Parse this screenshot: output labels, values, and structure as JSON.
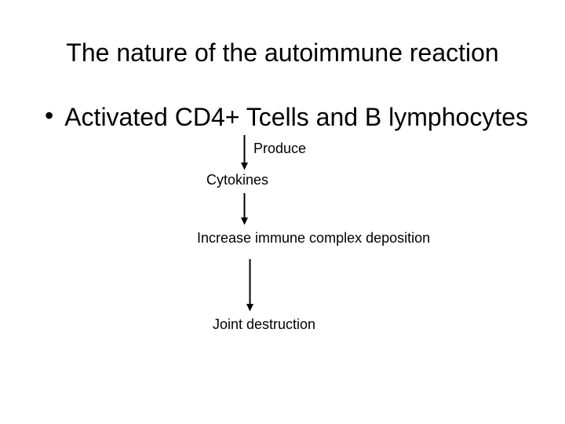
{
  "slide": {
    "title": "The nature of the autoimmune reaction",
    "bullet_char": "•",
    "bullet_text": "Activated CD4+ Tcells and B lymphocytes"
  },
  "flow": {
    "produce_label": "Produce",
    "step_cytokines": "Cytokines",
    "step_increase": "Increase immune complex deposition",
    "step_joint": "Joint destruction"
  },
  "colors": {
    "background": "#ffffff",
    "text": "#000000",
    "arrow": "#000000"
  }
}
